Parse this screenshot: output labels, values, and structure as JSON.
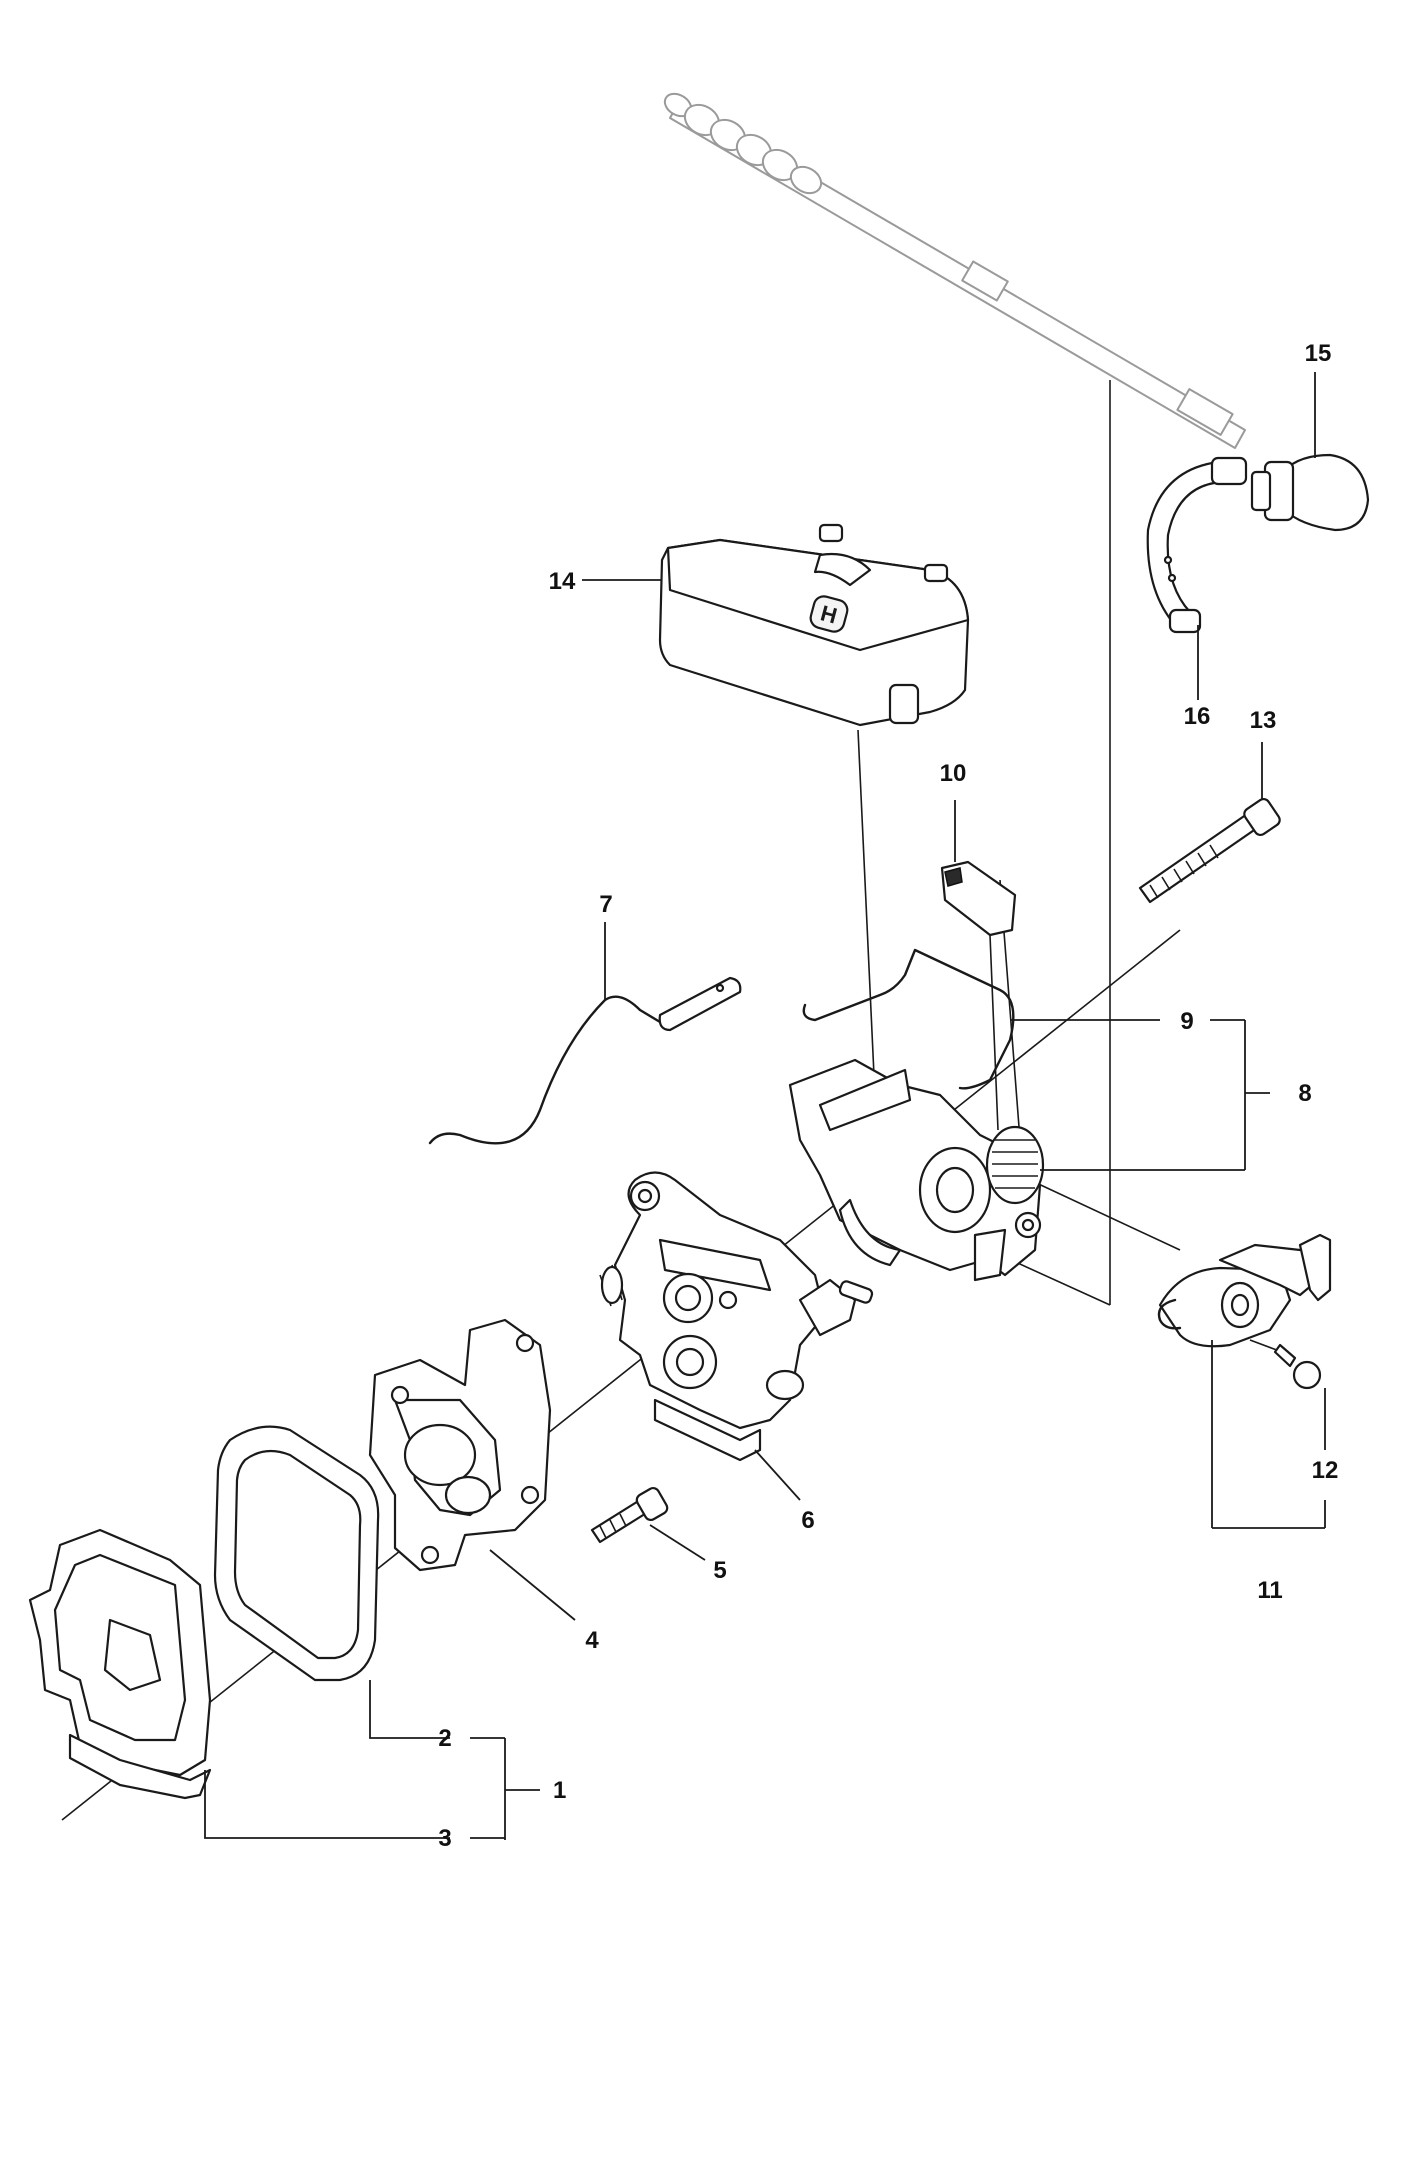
{
  "callouts": {
    "c1": "1",
    "c2": "2",
    "c3": "3",
    "c4": "4",
    "c5": "5",
    "c6": "6",
    "c7": "7",
    "c8": "8",
    "c9": "9",
    "c10": "10",
    "c11": "11",
    "c12": "12",
    "c13": "13",
    "c14": "14",
    "c15": "15",
    "c16": "16"
  },
  "colors": {
    "line": "#1a1a1a",
    "ghost": "#9a9a9a",
    "background": "#ffffff"
  }
}
